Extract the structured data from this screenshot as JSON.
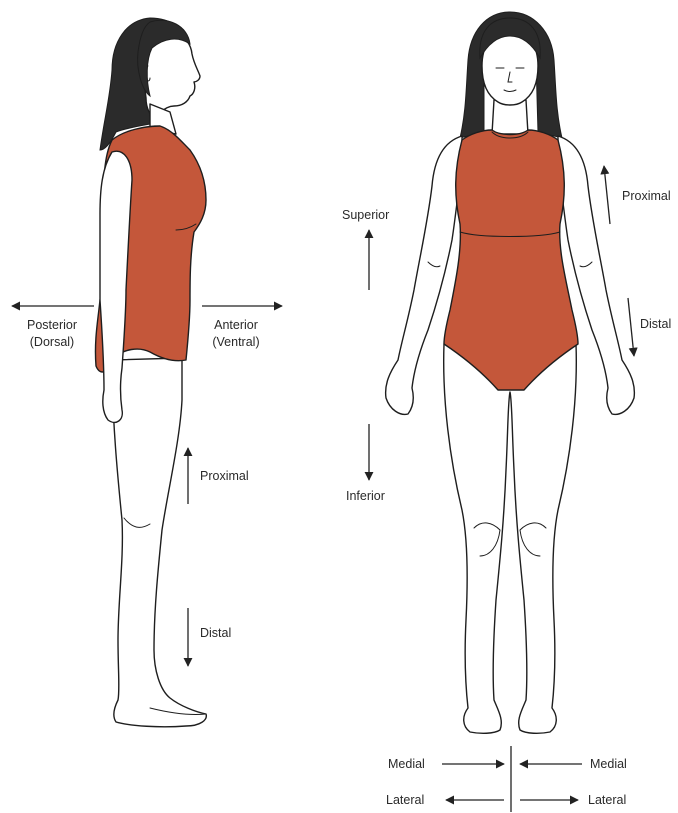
{
  "colors": {
    "bodysuit": "#c4573a",
    "hair": "#2b2b2b",
    "outline": "#1e1e1e",
    "label": "#2a2a2a"
  },
  "side_view": {
    "posterior_label": "Posterior",
    "posterior_sub": "(Dorsal)",
    "anterior_label": "Anterior",
    "anterior_sub": "(Ventral)",
    "proximal_label": "Proximal",
    "distal_label": "Distal"
  },
  "front_view": {
    "superior_label": "Superior",
    "inferior_label": "Inferior",
    "proximal_label": "Proximal",
    "distal_label": "Distal",
    "medial_left_label": "Medial",
    "medial_right_label": "Medial",
    "lateral_left_label": "Lateral",
    "lateral_right_label": "Lateral"
  }
}
